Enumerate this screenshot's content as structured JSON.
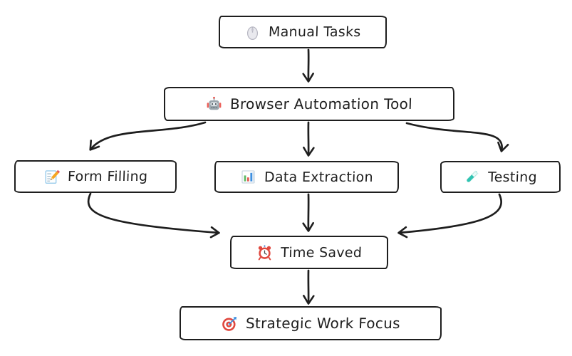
{
  "diagram": {
    "type": "flowchart",
    "style": "hand-drawn",
    "colors": {
      "stroke": "#1e1e1e",
      "background": "#ffffff"
    },
    "nodes": [
      {
        "id": "manual-tasks",
        "label": "Manual Tasks",
        "icon": "mouse-icon"
      },
      {
        "id": "browser-automation-tool",
        "label": "Browser Automation Tool",
        "icon": "robot-icon"
      },
      {
        "id": "form-filling",
        "label": "Form Filling",
        "icon": "memo-pencil-icon"
      },
      {
        "id": "data-extraction",
        "label": "Data Extraction",
        "icon": "bar-chart-icon"
      },
      {
        "id": "testing",
        "label": "Testing",
        "icon": "test-tube-icon"
      },
      {
        "id": "time-saved",
        "label": "Time Saved",
        "icon": "alarm-clock-icon"
      },
      {
        "id": "strategic-work-focus",
        "label": "Strategic Work Focus",
        "icon": "target-icon"
      }
    ],
    "edges": [
      {
        "from": "manual-tasks",
        "to": "browser-automation-tool"
      },
      {
        "from": "browser-automation-tool",
        "to": "form-filling"
      },
      {
        "from": "browser-automation-tool",
        "to": "data-extraction"
      },
      {
        "from": "browser-automation-tool",
        "to": "testing"
      },
      {
        "from": "form-filling",
        "to": "time-saved"
      },
      {
        "from": "data-extraction",
        "to": "time-saved"
      },
      {
        "from": "testing",
        "to": "time-saved"
      },
      {
        "from": "time-saved",
        "to": "strategic-work-focus"
      }
    ]
  }
}
